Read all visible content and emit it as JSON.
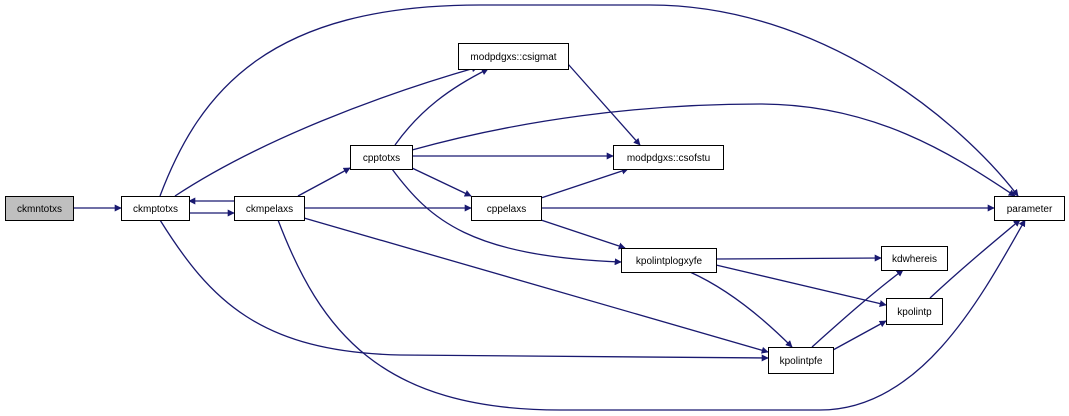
{
  "colors": {
    "edge": "#191970",
    "node_fill": "#ffffff",
    "root_fill": "#bfbfbf",
    "node_border": "#000000"
  },
  "nodes": [
    {
      "id": "ckmntotxs",
      "label": "ckmntotxs",
      "root": true
    },
    {
      "id": "ckmptotxs",
      "label": "ckmptotxs"
    },
    {
      "id": "ckmpelaxs",
      "label": "ckmpelaxs"
    },
    {
      "id": "modpdgxs_csigmat",
      "label": "modpdgxs::csigmat"
    },
    {
      "id": "cpptotxs",
      "label": "cpptotxs"
    },
    {
      "id": "modpdgxs_csofstu",
      "label": "modpdgxs::csofstu"
    },
    {
      "id": "cppelaxs",
      "label": "cppelaxs"
    },
    {
      "id": "kpolintplogxyfe",
      "label": "kpolintplogxyfe"
    },
    {
      "id": "kdwhereis",
      "label": "kdwhereis"
    },
    {
      "id": "kpolintp",
      "label": "kpolintp"
    },
    {
      "id": "kpolintpfe",
      "label": "kpolintpfe"
    },
    {
      "id": "parameter",
      "label": "parameter"
    }
  ],
  "edges": [
    {
      "from": "ckmntotxs",
      "to": "ckmptotxs"
    },
    {
      "from": "ckmptotxs",
      "to": "ckmpelaxs"
    },
    {
      "from": "ckmpelaxs",
      "to": "ckmptotxs"
    },
    {
      "from": "ckmptotxs",
      "to": "modpdgxs_csigmat"
    },
    {
      "from": "ckmptotxs",
      "to": "parameter"
    },
    {
      "from": "ckmptotxs",
      "to": "kpolintpfe"
    },
    {
      "from": "ckmpelaxs",
      "to": "cpptotxs"
    },
    {
      "from": "ckmpelaxs",
      "to": "cppelaxs"
    },
    {
      "from": "ckmpelaxs",
      "to": "kpolintpfe"
    },
    {
      "from": "ckmpelaxs",
      "to": "parameter"
    },
    {
      "from": "cpptotxs",
      "to": "modpdgxs_csigmat"
    },
    {
      "from": "cpptotxs",
      "to": "modpdgxs_csofstu"
    },
    {
      "from": "cpptotxs",
      "to": "parameter"
    },
    {
      "from": "cpptotxs",
      "to": "cppelaxs"
    },
    {
      "from": "cpptotxs",
      "to": "kpolintplogxyfe"
    },
    {
      "from": "modpdgxs_csigmat",
      "to": "modpdgxs_csofstu"
    },
    {
      "from": "cppelaxs",
      "to": "modpdgxs_csofstu"
    },
    {
      "from": "cppelaxs",
      "to": "parameter"
    },
    {
      "from": "cppelaxs",
      "to": "kpolintplogxyfe"
    },
    {
      "from": "kpolintplogxyfe",
      "to": "kdwhereis"
    },
    {
      "from": "kpolintplogxyfe",
      "to": "kpolintp"
    },
    {
      "from": "kpolintplogxyfe",
      "to": "kpolintpfe"
    },
    {
      "from": "kpolintpfe",
      "to": "kdwhereis"
    },
    {
      "from": "kpolintpfe",
      "to": "kpolintp"
    },
    {
      "from": "kpolintp",
      "to": "parameter"
    }
  ]
}
